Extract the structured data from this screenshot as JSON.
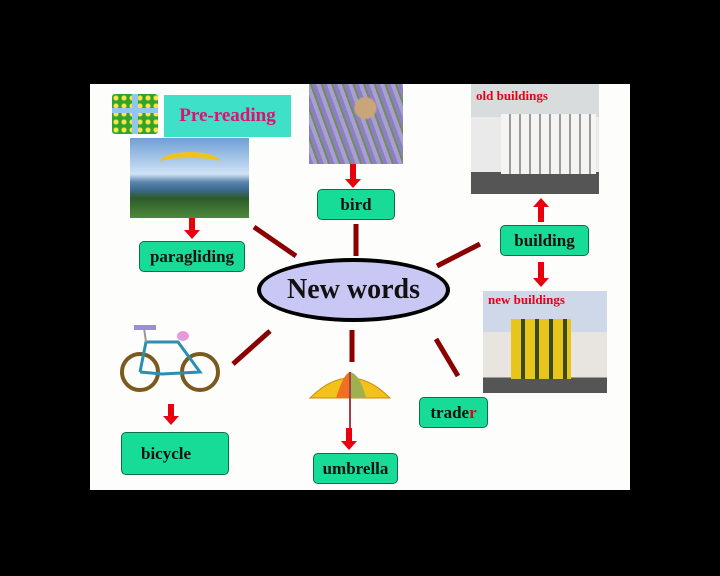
{
  "header": {
    "title": "Pre-reading",
    "gift_icon": "gift-box-icon"
  },
  "center": {
    "label": "New words"
  },
  "words": {
    "bird": "bird",
    "paragliding": "paragliding",
    "building": "building",
    "bicycle": "bicycle",
    "umbrella": "umbrella",
    "trader_main": "trade",
    "trader_last": "r"
  },
  "captions": {
    "old": "old buildings",
    "new": "new buildings"
  },
  "colors": {
    "word_box": "#16dc98",
    "title_box": "#3ee0c8",
    "title_text": "#e0106e",
    "ellipse": "#c9c8f5",
    "line": "#8b0000",
    "arrow": "#e8000e"
  }
}
